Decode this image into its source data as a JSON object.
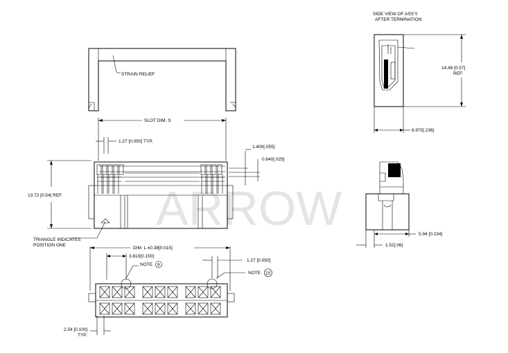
{
  "drawing": {
    "side_view_title_line1": "SIDE VIEW OF ASS'Y.",
    "side_view_title_line2": "AFTER TERMINATION",
    "strain_relief": "STRAIN RELIEF",
    "slot_dim": "SLOT DIM. S",
    "pitch_typ": "1.27 [0.050] TYP.",
    "dim_1400": "1.400[.055]",
    "dim_0640": "0.640[.025]",
    "height_ref": "13.72 [0.54] REF.",
    "triangle_line1": "TRIANGLE INDICATES",
    "triangle_line2": "POSITION ONE",
    "dim_l": "DIM. L ±0.38[0.015]",
    "dim_3810": "3.810[0.150]",
    "note_9_label": "NOTE",
    "note_9_num": "9",
    "dim_127": "1.27 [0.050]",
    "note_10_label": "NOTE",
    "note_10_num": "10",
    "dim_254": "2.54 [0.100]",
    "dim_254_typ": "TYP.",
    "side_height_value": "14.48 [0.57]",
    "side_height_ref": "REF.",
    "side_width": "6.970[.236]",
    "bottom_594": "5.94 [0.234]",
    "bottom_152": "1.52[.06]",
    "watermark": "ARROW"
  }
}
